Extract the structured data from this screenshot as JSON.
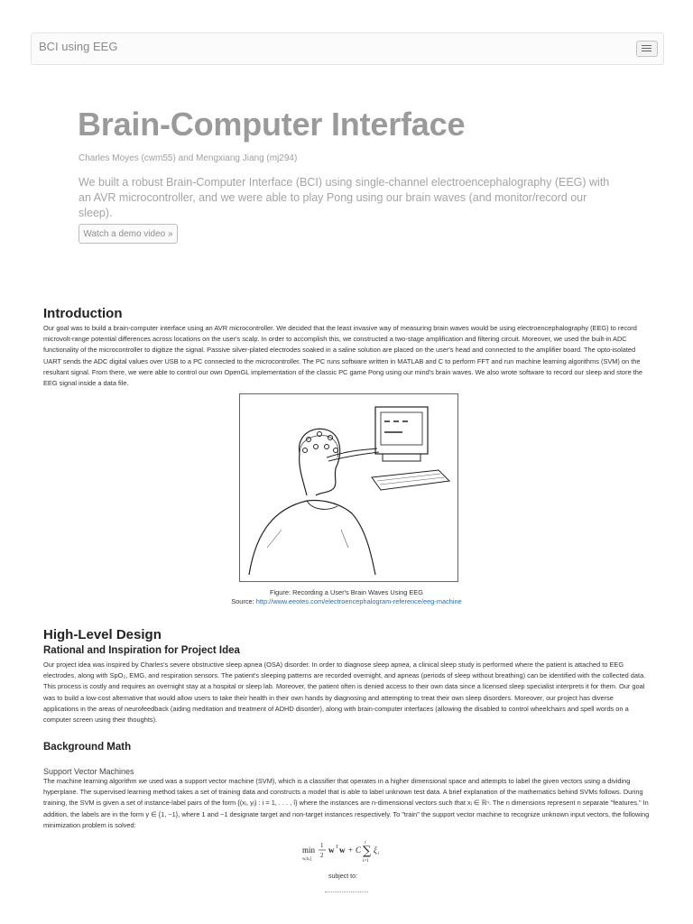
{
  "navbar": {
    "brand": "BCI using EEG",
    "toggle_icon": "hamburger-menu-icon"
  },
  "hero": {
    "title": "Brain-Computer Interface",
    "authors": "Charles Moyes (cwm55) and Mengxiang Jiang (mj294)",
    "description": "We built a robust Brain-Computer Interface (BCI) using single-channel electroencephalography (EEG) with an AVR microcontroller, and we were able to play Pong using our brain waves (and monitor/record our sleep).",
    "demo_button": "Watch a demo video »"
  },
  "introduction": {
    "heading": "Introduction",
    "text": "Our goal was to build a brain-computer interface using an AVR microcontroller. We decided that the least invasive way of measuring brain waves would be using electroencephalography (EEG) to record microvolt-range potential differences across locations on the user's scalp. In order to accomplish this, we constructed a two-stage amplification and filtering circuit. Moreover, we used the built-in ADC functionality of the microcontroller to digitize the signal. Passive silver-plated electrodes soaked in a saline solution are placed on the user's head and connected to the amplifier board. The opto-isolated UART sends the ADC digital values over USB to a PC connected to the microcontroller. The PC runs software written in MATLAB and C to perform FFT and run machine learning algorithms (SVM) on the resultant signal. From there, we were able to control our own OpenGL implementation of the classic PC game Pong using our mind's brain waves. We also wrote software to record our sleep and store the EEG signal inside a data file."
  },
  "figure": {
    "caption": "Figure: Recording a User's Brain Waves Using EEG",
    "source_label": "Source: ",
    "source_link": "http://www.eeotes.com/electroencephalogram-reference/eeg-machine"
  },
  "high_level_design": {
    "heading": "High-Level Design",
    "rational_heading": "Rational and Inspiration for Project Idea",
    "rational_text": "Our project idea was inspired by Charles's severe obstructive sleep apnea (OSA) disorder. In order to diagnose sleep apnea, a clinical sleep study is performed where the patient is attached to EEG electrodes, along with SpO₂, EMG, and respiration sensors. The patient's sleeping patterns are recorded overnight, and apneas (periods of sleep without breathing) can be identified with the collected data. This process is costly and requires an overnight stay at a hospital or sleep lab. Moreover, the patient often is denied access to their own data since a licensed sleep specialist interprets it for them. Our goal was to build a low-cost alternative that would allow users to take their health in their own hands by diagnosing and attempting to treat their own sleep disorders. Moreover, our project has diverse applications in the areas of neurofeedback (aiding meditation and treatment of ADHD disorder), along with brain-computer interfaces (allowing the disabled to control wheelchairs and spell words on a computer screen using their thoughts).",
    "background_heading": "Background Math",
    "svm_title": "Support Vector Machines",
    "svm_text": "The machine learning algorithm we used was a support vector machine (SVM), which is a classifier that operates in a higher dimensional space and attempts to label the given vectors using a dividing hyperplane. The supervised learning method takes a set of training data and constructs a model that is able to label unknown test data. A brief explanation of the mathematics behind SVMs follows. During training, the SVM is given a set of instance-label pairs of the form {(xᵢ, yᵢ) : i = 1, . . . , l} where the instances are n-dimensional vectors such that xᵢ ∈ ℝⁿ. The n dimensions represent n separate \"features.\" In addition, the labels are in the form y ∈ {1, −1}, where 1 and −1 designate target and non-target instances respectively. To \"train\" the support vector machine to recognize unknown input vectors, the following minimization problem is solved:",
    "subject_to": "subject to:"
  }
}
